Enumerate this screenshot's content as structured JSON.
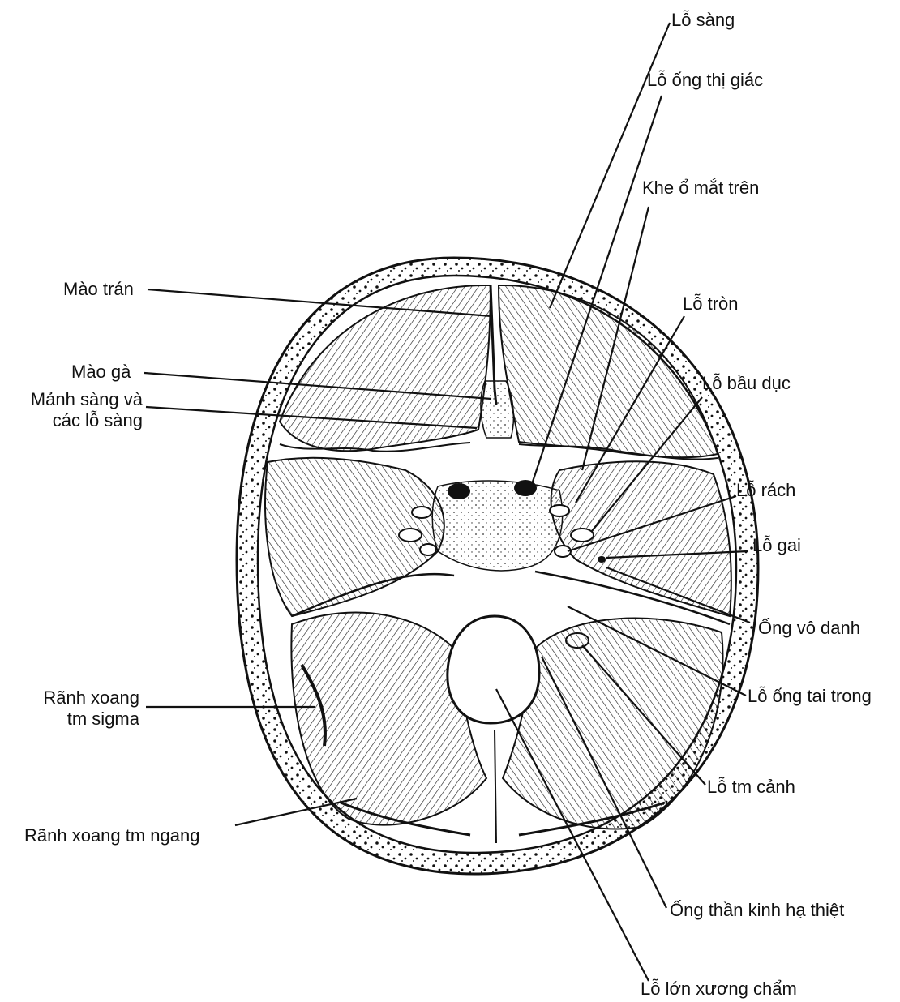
{
  "labels": {
    "lo_sang": "Lỗ sàng",
    "lo_ong_thi_giac": "Lỗ ống thị giác",
    "khe_o_mat_tren": "Khe ổ mắt trên",
    "mao_tran": "Mào trán",
    "lo_tron": "Lỗ tròn",
    "mao_ga": "Mào gà",
    "lo_bau_duc": "Lỗ bầu dục",
    "manh_sang_1": "Mảnh sàng và",
    "manh_sang_2": "các lỗ sàng",
    "lo_rach": "Lỗ rách",
    "lo_gai": "Lỗ gai",
    "ong_vo_danh": "Ống vô danh",
    "ranh_sigma_1": "Rãnh xoang",
    "ranh_sigma_2": "tm sigma",
    "lo_ong_tai_trong": "Lỗ ống tai trong",
    "lo_tm_canh": "Lỗ tm cảnh",
    "ranh_ngang": "Rãnh xoang tm ngang",
    "ong_than_kinh_ha_thiet": "Ống thần kinh hạ thiệt",
    "lo_lon_xuong_cham": "Lỗ lớn xương chẩm"
  }
}
